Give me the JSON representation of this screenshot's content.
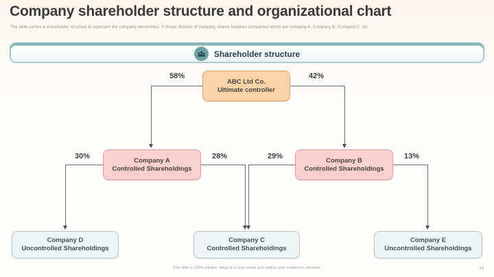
{
  "slide": {
    "title": "Company shareholder structure and organizational chart",
    "subtitle": "The slide carries a shareholder structure to represent the company ownerships. It shows division of company shares between companies which are company A, Company B, Company C, etc",
    "footer": "This slide is 100% editable. Adapt it to your needs and capture your audience's attention.",
    "page_number": "14"
  },
  "banner": {
    "label": "Shareholder structure",
    "icon": "people-group-icon"
  },
  "org_chart": {
    "root": {
      "name": "ABC Ltd Co.",
      "role": "Ultimate controller"
    },
    "level2": [
      {
        "name": "Company A",
        "role": "Controlled Shareholdings"
      },
      {
        "name": "Company B",
        "role": "Controlled Shareholdings"
      }
    ],
    "level3": [
      {
        "name": "Company D",
        "role": "Uncontrolled Shareholdings"
      },
      {
        "name": "Company C",
        "role": "Controlled Shareholdings"
      },
      {
        "name": "Company E",
        "role": "Uncontrolled Shareholdings"
      }
    ],
    "ownership_percentages": {
      "root_to_company_a": "58%",
      "root_to_company_b": "42%",
      "company_a_to_company_d": "30%",
      "company_a_to_company_c": "28%",
      "company_b_to_company_c": "29%",
      "company_b_to_company_e": "13%"
    }
  },
  "colors": {
    "root_box_fill": "#fbd3a8",
    "root_box_border": "#e0a267",
    "level2_box_fill": "#f9d0cf",
    "level2_box_border": "#e59d9a",
    "level3_box_fill": "#eef3f4",
    "level3_box_border": "#b6c4c9",
    "banner_teal": "#86b5b3",
    "icon_circle": "#6da09e",
    "connector": "#6e6e6e"
  }
}
